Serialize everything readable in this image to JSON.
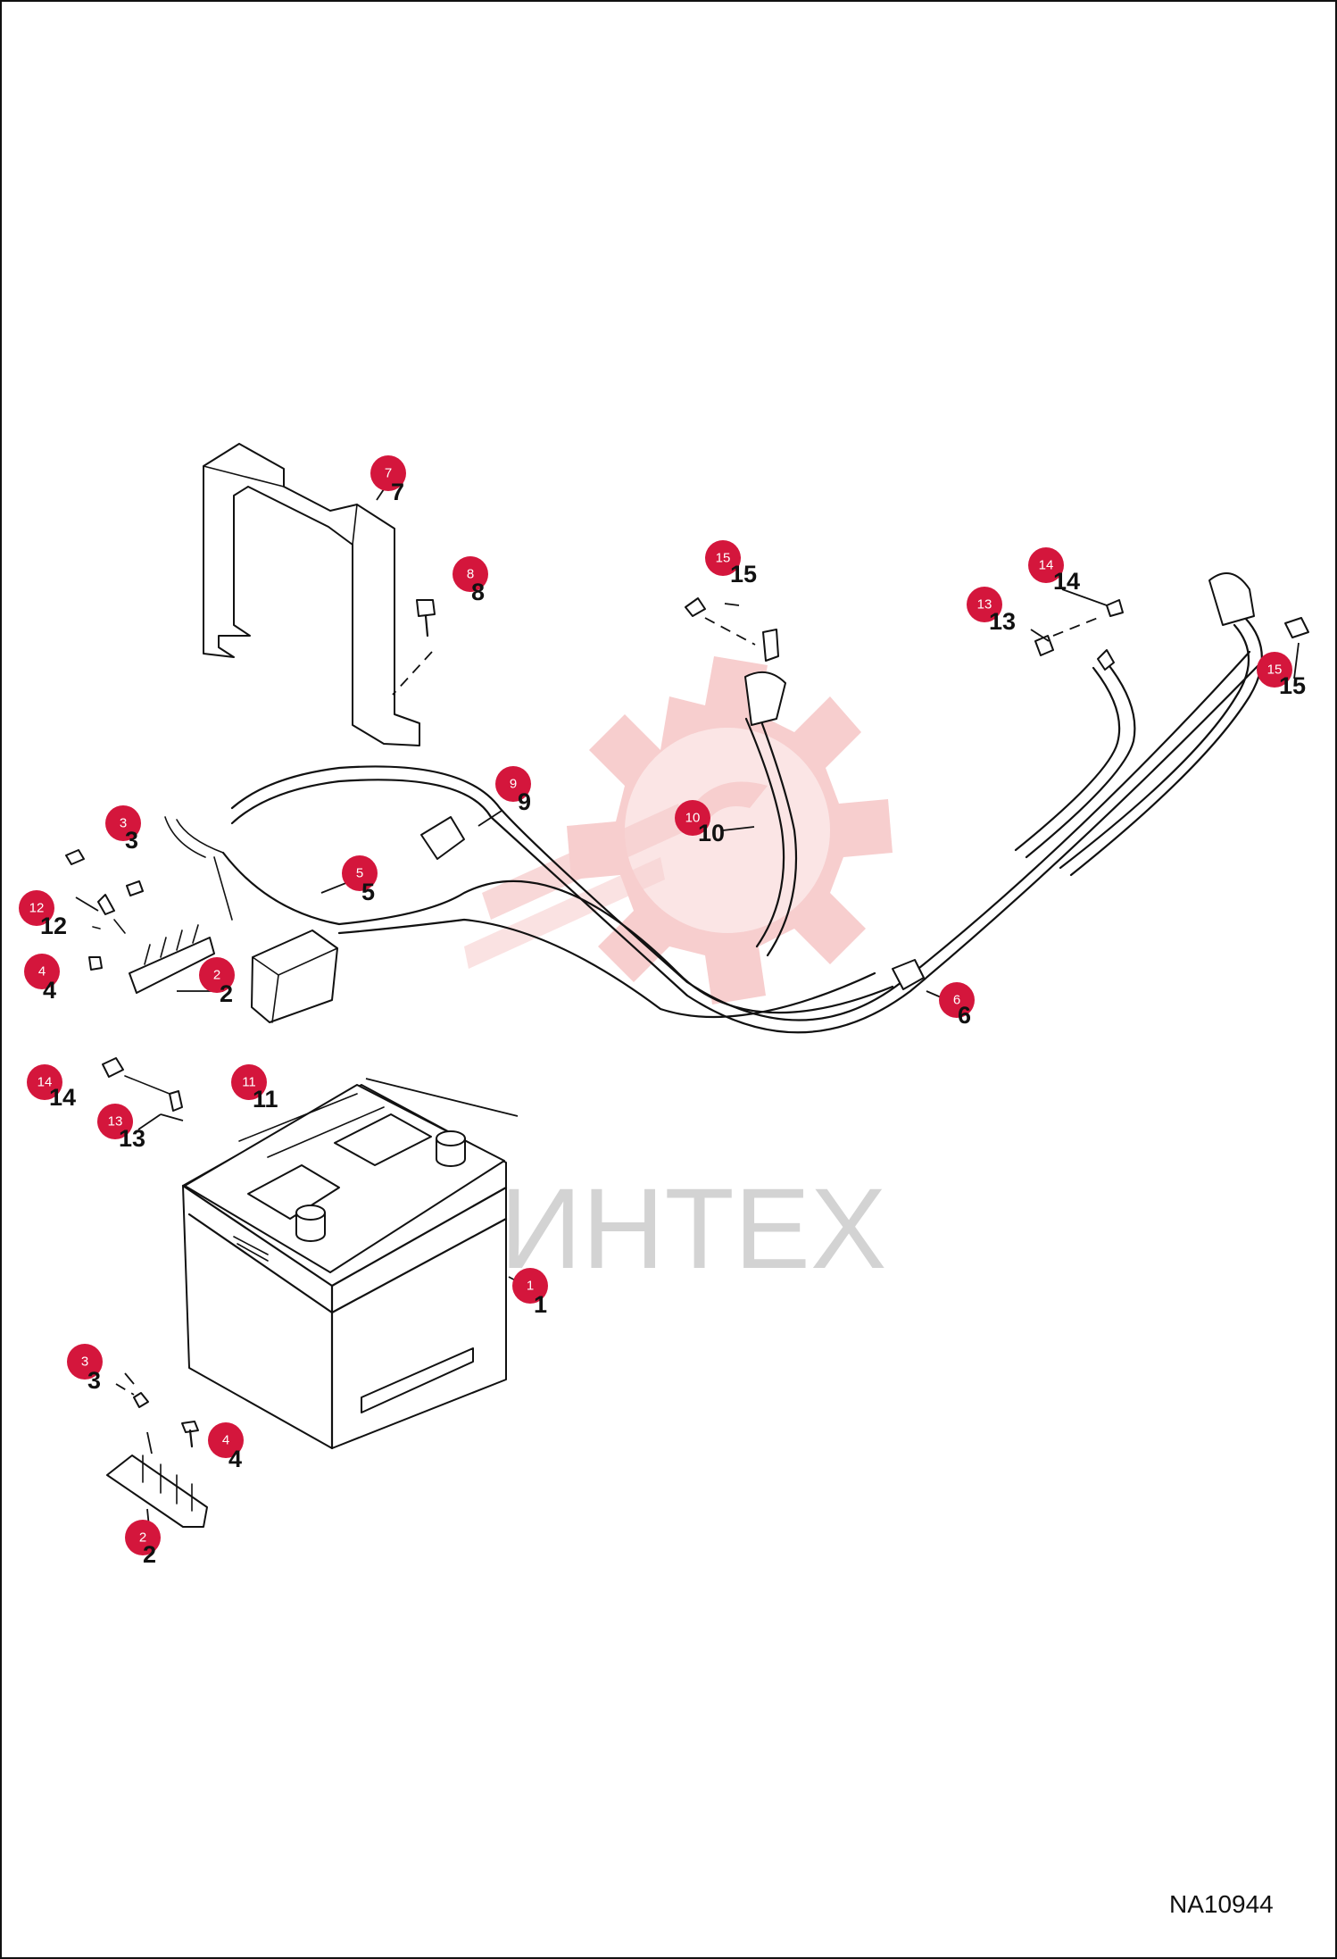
{
  "diagram": {
    "id": "NA10944",
    "watermark_text": "ИНТЕХ"
  },
  "callouts": [
    {
      "badge": "1",
      "label": "1"
    },
    {
      "badge": "2",
      "label": "2"
    },
    {
      "badge": "2",
      "label": "2"
    },
    {
      "badge": "3",
      "label": "3"
    },
    {
      "badge": "3",
      "label": "3"
    },
    {
      "badge": "4",
      "label": "4"
    },
    {
      "badge": "4",
      "label": "4"
    },
    {
      "badge": "5",
      "label": "5"
    },
    {
      "badge": "6",
      "label": "6"
    },
    {
      "badge": "7",
      "label": "7"
    },
    {
      "badge": "8",
      "label": "8"
    },
    {
      "badge": "9",
      "label": "9"
    },
    {
      "badge": "10",
      "label": "10"
    },
    {
      "badge": "11",
      "label": "11"
    },
    {
      "badge": "12",
      "label": "12"
    },
    {
      "badge": "13",
      "label": "13"
    },
    {
      "badge": "13",
      "label": "13"
    },
    {
      "badge": "14",
      "label": "14"
    },
    {
      "badge": "14",
      "label": "14"
    },
    {
      "badge": "15",
      "label": "15"
    },
    {
      "badge": "15",
      "label": "15"
    }
  ]
}
